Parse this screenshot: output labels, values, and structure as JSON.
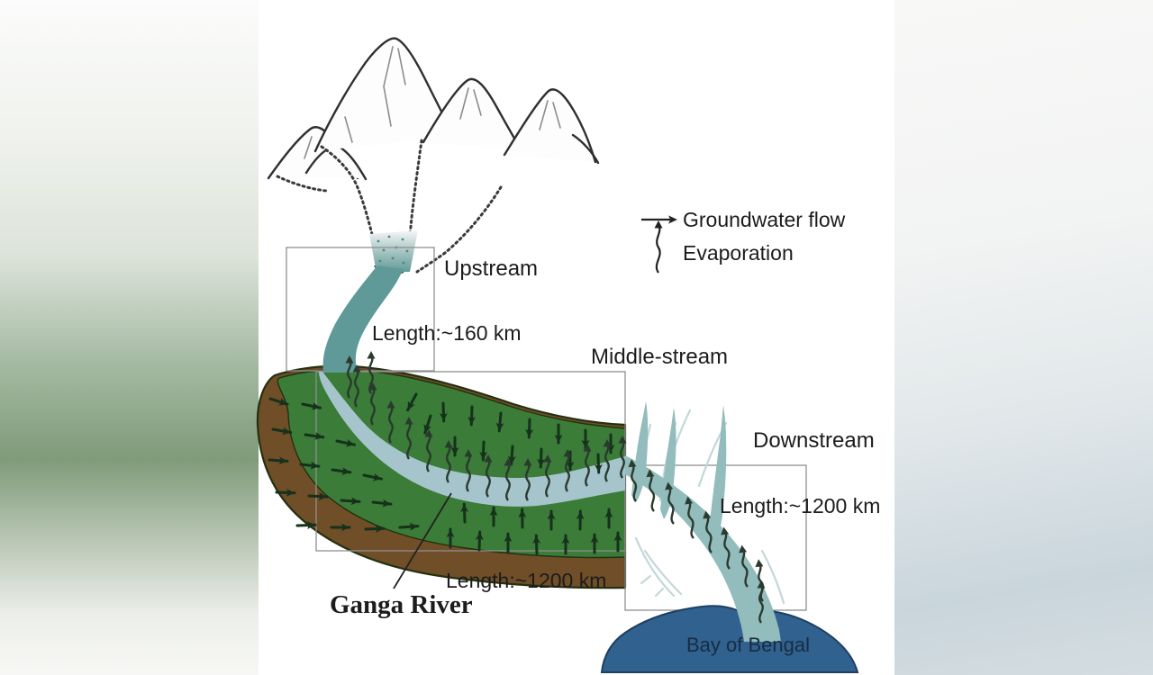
{
  "legend": {
    "groundwater_label": "Groundwater flow",
    "evaporation_label": "Evaporation"
  },
  "sections": {
    "upstream": {
      "label": "Upstream",
      "length": "Length:~160 km"
    },
    "middle": {
      "label": "Middle-stream",
      "length": "Length:~1200 km"
    },
    "downstream": {
      "label": "Downstream",
      "length": "Length:~1200 km"
    }
  },
  "labels": {
    "river": "Ganga River",
    "sea": "Bay of Bengal"
  },
  "icons": {
    "groundwater": "straight-arrow-icon",
    "evaporation": "wavy-arrow-icon"
  },
  "colors": {
    "floodplain_green": "#3a7c38",
    "soil_brown": "#6f4e28",
    "terrain_outline": "#23310f",
    "upstream_river": "#5f9a98",
    "middle_river": "#a6c4cc",
    "downstream_river": "#93bcbc",
    "pale_branches": "#c3d7d9",
    "bay_blue": "#30618f",
    "arrow_dark": "#16311c",
    "evaporation_stroke": "#2a3a2e",
    "box_stroke": "#909090",
    "background_left_green": "#7f9b79",
    "background_right_gray": "#c9d5dc"
  }
}
